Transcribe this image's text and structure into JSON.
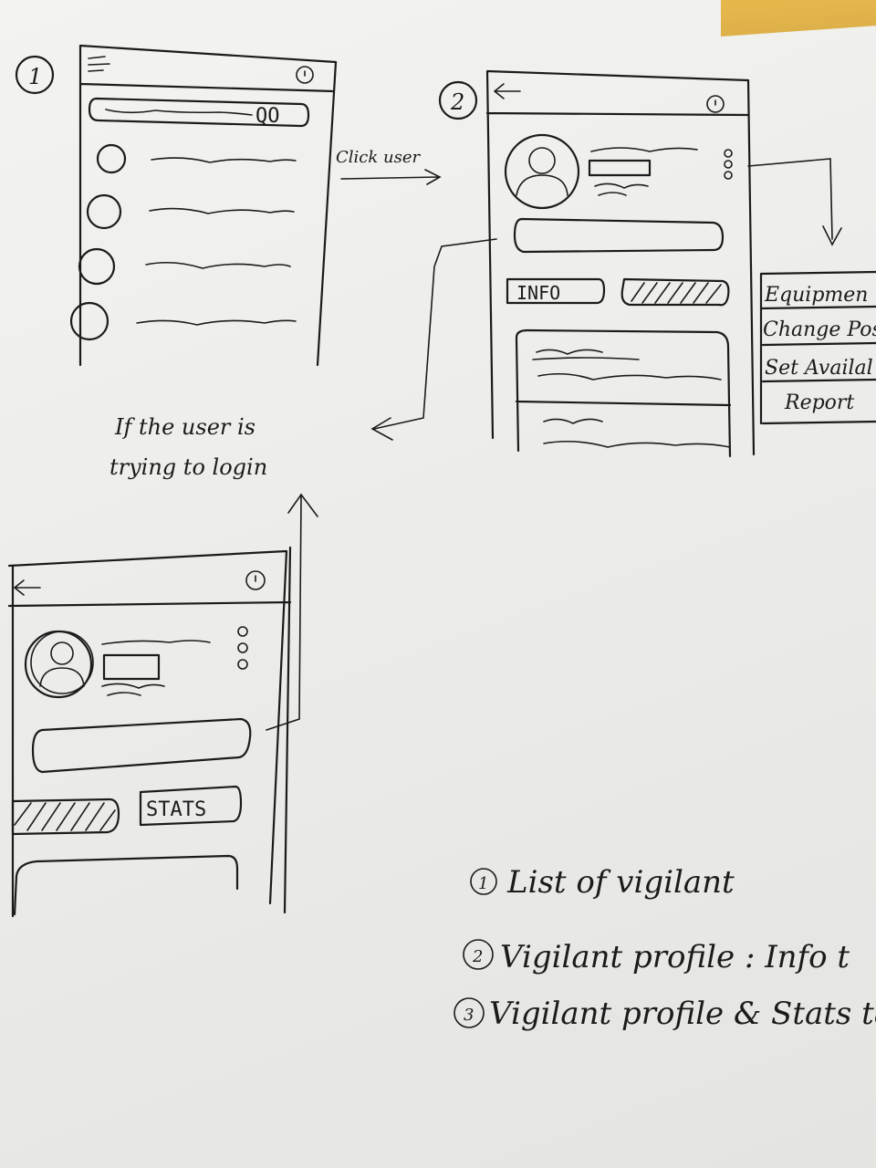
{
  "screens": {
    "screen1": {
      "number": "1",
      "search": {
        "icon": "search-icon",
        "label": "QO"
      },
      "menu_icon": "hamburger-icon",
      "profile_icon": "circle-icon"
    },
    "screen2": {
      "number": "2",
      "tab_info": "INFO",
      "dropdown": [
        "Equipmen",
        "Change Posi",
        "Set Availal",
        "Report"
      ]
    },
    "screen3": {
      "tab_stats": "STATS"
    }
  },
  "annotations": {
    "click_user": "Click user",
    "login_line1": "If the user is",
    "login_line2": "trying to login"
  },
  "notes": [
    {
      "num": "1",
      "text": "List of vigilant"
    },
    {
      "num": "2",
      "text": "Vigilant profile : Info t"
    },
    {
      "num": "3",
      "text": "Vigilant profile & Stats tab"
    }
  ]
}
